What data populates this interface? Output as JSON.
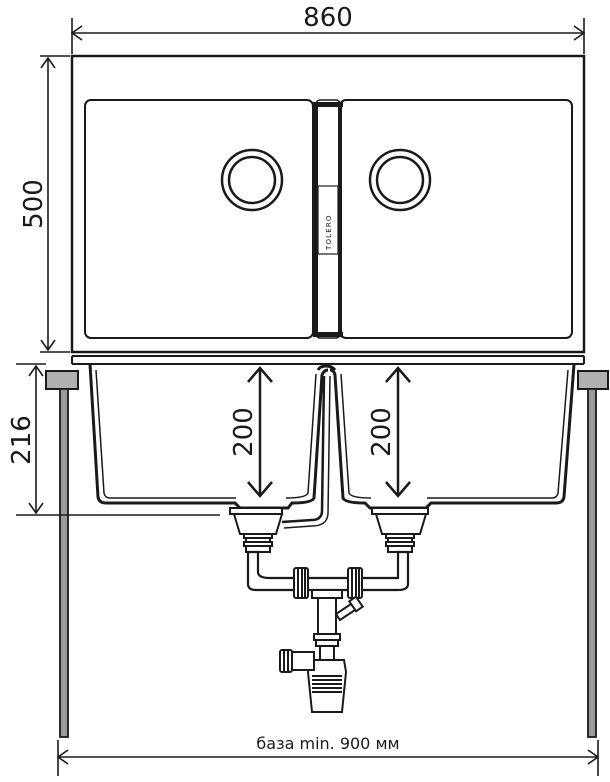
{
  "dimensions": {
    "width": "860",
    "depth": "500",
    "height": "216",
    "bowl_depth_left": "200",
    "bowl_depth_right": "200",
    "base": "база min. 900 мм"
  },
  "brand": "TOLERO",
  "colors": {
    "line": "#1a1a1a",
    "grey": "#9a9a9a",
    "light": "#e6e6e6"
  }
}
